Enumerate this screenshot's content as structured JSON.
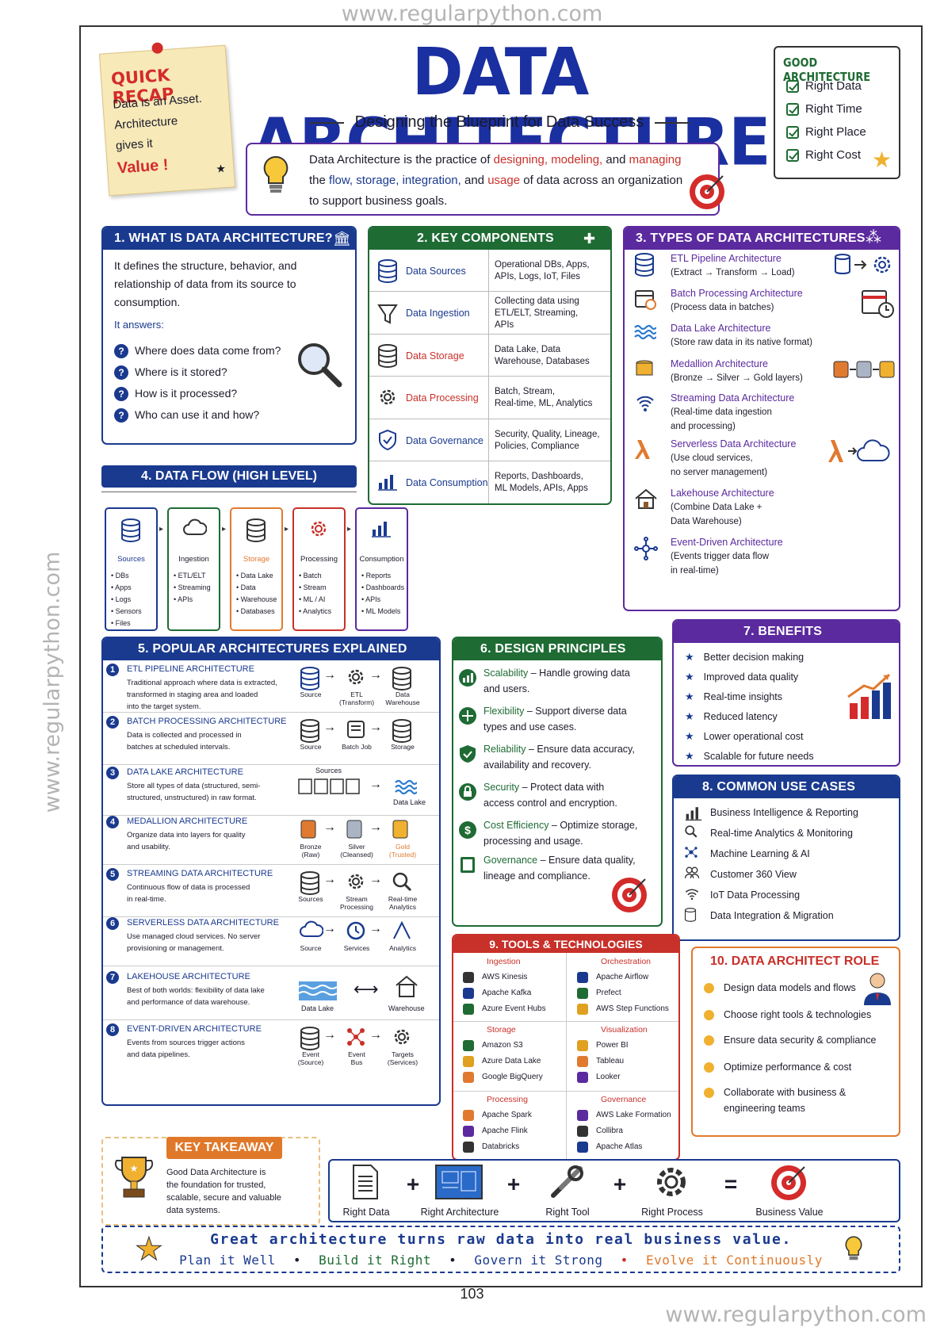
{
  "watermark": "www.regularpython.com",
  "page_number": "103",
  "title": "DATA ARCHITECTURE",
  "subtitle": "Designing the Blueprint for Data Success",
  "definition": {
    "p1": "Data Architecture is the practice of ",
    "w1": "designing,",
    "w2": "modeling,",
    "p2": " and ",
    "w3": "managing",
    "p3": "the ",
    "w4": "flow,",
    "w5": "storage,",
    "w6": "integration,",
    "p4": " and ",
    "w7": "usage",
    "p5": " of data across an organization",
    "p6": "to support business goals."
  },
  "quick_recap": {
    "title": "QUICK RECAP",
    "l1": "Data is an Asset.",
    "l2": "Architecture",
    "l3": "gives it",
    "l4": "Value !"
  },
  "good_architecture": {
    "title": "GOOD ARCHITECTURE",
    "items": [
      "Right Data",
      "Right Time",
      "Right Place",
      "Right Cost"
    ]
  },
  "s1": {
    "title": "1. WHAT IS DATA ARCHITECTURE?",
    "desc1": "It defines the structure, behavior, and",
    "desc2": "relationship of data from its source to",
    "desc3": "consumption.",
    "answers_label": "It answers:",
    "questions": [
      "Where does data come from?",
      "Where is it stored?",
      "How is it processed?",
      "Who can use it and how?"
    ]
  },
  "s2": {
    "title": "2. KEY COMPONENTS",
    "rows": [
      {
        "name": "Data Sources",
        "d1": "Operational DBs, Apps,",
        "d2": "APIs, Logs, IoT, Files",
        "d3": ""
      },
      {
        "name": "Data Ingestion",
        "d1": "Collecting data using",
        "d2": "ETL/ELT, Streaming,",
        "d3": "APIs"
      },
      {
        "name": "Data Storage",
        "d1": "Data Lake, Data",
        "d2": "Warehouse, Databases",
        "d3": ""
      },
      {
        "name": "Data Processing",
        "d1": "Batch, Stream,",
        "d2": "Real-time, ML, Analytics",
        "d3": ""
      },
      {
        "name": "Data Governance",
        "d1": "Security, Quality, Lineage,",
        "d2": "Policies, Compliance",
        "d3": ""
      },
      {
        "name": "Data Consumption",
        "d1": "Reports, Dashboards,",
        "d2": "ML Models, APIs, Apps",
        "d3": ""
      }
    ]
  },
  "s3": {
    "title": "3. TYPES OF DATA ARCHITECTURES",
    "items": [
      {
        "name": "ETL Pipeline Architecture",
        "d1": "(Extract → Transform → Load)",
        "d2": ""
      },
      {
        "name": "Batch Processing Architecture",
        "d1": "(Process data in batches)",
        "d2": ""
      },
      {
        "name": "Data Lake Architecture",
        "d1": "(Store raw data in its native format)",
        "d2": ""
      },
      {
        "name": "Medallion Architecture",
        "d1": "(Bronze → Silver → Gold layers)",
        "d2": ""
      },
      {
        "name": "Streaming Data Architecture",
        "d1": "(Real-time data ingestion",
        "d2": "and processing)"
      },
      {
        "name": "Serverless Data Architecture",
        "d1": "(Use cloud services,",
        "d2": "no server management)"
      },
      {
        "name": "Lakehouse Architecture",
        "d1": "(Combine Data Lake +",
        "d2": "Data Warehouse)"
      },
      {
        "name": "Event-Driven Architecture",
        "d1": "(Events trigger data flow",
        "d2": "in real-time)"
      }
    ]
  },
  "s4": {
    "title": "4. DATA FLOW (HIGH LEVEL)",
    "boxes": [
      {
        "name": "Sources",
        "items": [
          "• DBs",
          "• Apps",
          "• Logs",
          "• Sensors",
          "• Files"
        ]
      },
      {
        "name": "Ingestion",
        "items": [
          "• ETL/ELT",
          "• Streaming",
          "• APIs"
        ]
      },
      {
        "name": "Storage",
        "items": [
          "• Data Lake",
          "• Data",
          "• Warehouse",
          "• Databases"
        ]
      },
      {
        "name": "Processing",
        "items": [
          "• Batch",
          "• Stream",
          "• ML / AI",
          "• Analytics"
        ]
      },
      {
        "name": "Consumption",
        "items": [
          "• Reports",
          "• Dashboards",
          "• APIs",
          "• ML Models"
        ]
      }
    ]
  },
  "s5": {
    "title": "5. POPULAR ARCHITECTURES EXPLAINED",
    "items": [
      {
        "n": "1",
        "name": "ETL PIPELINE ARCHITECTURE",
        "d1": "Traditional approach where data is extracted,",
        "d2": "transformed in staging area and loaded",
        "d3": "into the target system.",
        "labels": [
          "Source",
          "ETL\n(Transform)",
          "Data\nWarehouse"
        ]
      },
      {
        "n": "2",
        "name": "BATCH PROCESSING ARCHITECTURE",
        "d1": "Data is collected and processed in",
        "d2": "batches at scheduled intervals.",
        "d3": "",
        "labels": [
          "Source",
          "Batch Job",
          "Storage"
        ]
      },
      {
        "n": "3",
        "name": "DATA LAKE ARCHITECTURE",
        "d1": "Store all types of data (structured, semi-",
        "d2": "structured, unstructured) in raw format.",
        "d3": "",
        "labels": [
          "Sources",
          "Data Lake",
          ""
        ]
      },
      {
        "n": "4",
        "name": "MEDALLION ARCHITECTURE",
        "d1": "Organize data into layers for quality",
        "d2": "and usability.",
        "d3": "",
        "labels": [
          "Bronze\n(Raw)",
          "Silver\n(Cleansed)",
          "Gold\n(Trusted)"
        ]
      },
      {
        "n": "5",
        "name": "STREAMING DATA ARCHITECTURE",
        "d1": "Continuous flow of data is processed",
        "d2": "in real-time.",
        "d3": "",
        "labels": [
          "Sources",
          "Stream\nProcessing",
          "Real-time\nAnalytics"
        ]
      },
      {
        "n": "6",
        "name": "SERVERLESS DATA ARCHITECTURE",
        "d1": "Use managed cloud services. No server",
        "d2": "provisioning or management.",
        "d3": "",
        "labels": [
          "Source",
          "Services",
          "Analytics"
        ]
      },
      {
        "n": "7",
        "name": "LAKEHOUSE ARCHITECTURE",
        "d1": "Best of both worlds: flexibility of data lake",
        "d2": "and performance of data warehouse.",
        "d3": "",
        "labels": [
          "Data Lake",
          "Warehouse",
          ""
        ]
      },
      {
        "n": "8",
        "name": "EVENT-DRIVEN ARCHITECTURE",
        "d1": "Events from sources trigger actions",
        "d2": "and data pipelines.",
        "d3": "",
        "labels": [
          "Event\n(Source)",
          "Event\nBus",
          "Targets\n(Services)"
        ]
      }
    ]
  },
  "s6": {
    "title": "6. DESIGN PRINCIPLES",
    "items": [
      {
        "name": "Scalability",
        "d1": " – Handle growing data",
        "d2": "and users."
      },
      {
        "name": "Flexibility",
        "d1": " – Support diverse data",
        "d2": "types and use cases."
      },
      {
        "name": "Reliability",
        "d1": " – Ensure data accuracy,",
        "d2": "availability and recovery."
      },
      {
        "name": "Security",
        "d1": " – Protect data with",
        "d2": "access control and encryption."
      },
      {
        "name": "Cost Efficiency",
        "d1": " – Optimize storage,",
        "d2": "processing and usage."
      },
      {
        "name": "Governance",
        "d1": " – Ensure data quality,",
        "d2": "lineage and compliance."
      }
    ]
  },
  "s7": {
    "title": "7. BENEFITS",
    "items": [
      "Better decision making",
      "Improved data quality",
      "Real-time insights",
      "Reduced latency",
      "Lower operational cost",
      "Scalable for future needs"
    ]
  },
  "s8": {
    "title": "8. COMMON USE CASES",
    "items": [
      "Business Intelligence & Reporting",
      "Real-time Analytics & Monitoring",
      "Machine Learning & AI",
      "Customer 360 View",
      "IoT Data Processing",
      "Data Integration & Migration"
    ]
  },
  "s9": {
    "title": "9. TOOLS & TECHNOLOGIES",
    "groups": [
      {
        "name": "Ingestion",
        "items": [
          "AWS Kinesis",
          "Apache Kafka",
          "Azure Event Hubs"
        ]
      },
      {
        "name": "Orchestration",
        "items": [
          "Apache Airflow",
          "Prefect",
          "AWS Step Functions"
        ]
      },
      {
        "name": "Storage",
        "items": [
          "Amazon S3",
          "Azure Data Lake",
          "Google BigQuery"
        ]
      },
      {
        "name": "Visualization",
        "items": [
          "Power BI",
          "Tableau",
          "Looker"
        ]
      },
      {
        "name": "Processing",
        "items": [
          "Apache Spark",
          "Apache Flink",
          "Databricks"
        ]
      },
      {
        "name": "Governance",
        "items": [
          "AWS Lake Formation",
          "Collibra",
          "Apache Atlas"
        ]
      }
    ]
  },
  "s10": {
    "title": "10. DATA ARCHITECT ROLE",
    "items": [
      "Design data models and flows",
      "Choose right tools & technologies",
      "Ensure data security & compliance",
      "Optimize performance & cost",
      "Collaborate with business &",
      "engineering teams"
    ]
  },
  "takeaway": {
    "title": "KEY TAKEAWAY",
    "l1": "Good Data Architecture is",
    "l2": "the foundation for trusted,",
    "l3": "scalable, secure and valuable",
    "l4": "data systems."
  },
  "equation": {
    "items": [
      "Right Data",
      "Right Architecture",
      "Right Tool",
      "Right Process",
      "Business Value"
    ],
    "plus": "+",
    "equals": "="
  },
  "footer": {
    "headline": "Great architecture turns raw data into real business value.",
    "m1": "Plan it Well",
    "m2": "Build it Right",
    "m3": "Govern it Strong",
    "m4": "Evolve it Continuously",
    "sep": "•"
  }
}
